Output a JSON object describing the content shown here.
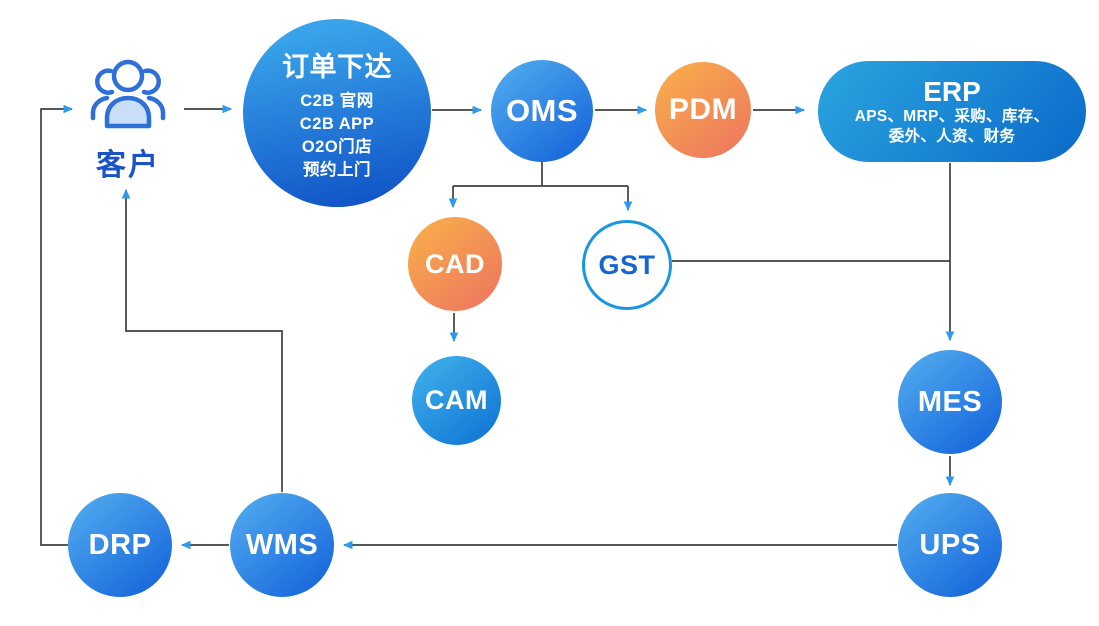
{
  "colors": {
    "node_blue_start": "#4FA9EE",
    "node_blue_end": "#1463DA",
    "node_orange_start": "#F8AC4B",
    "node_orange_end": "#EE765F",
    "erp_pill_start": "#29A2DE",
    "erp_pill_end": "#0C6DCB",
    "connector_line": "#404040",
    "arrowhead": "#2B9BF0",
    "customer_label_text": "#1A53C6",
    "gst_border": "#1B95E0",
    "gst_text": "#1565D2"
  },
  "nodes": {
    "customer": {
      "label": "客户"
    },
    "order": {
      "title": "订单下达",
      "channels": [
        "C2B 官网",
        "C2B APP",
        "O2O门店",
        "预约上门"
      ]
    },
    "oms": {
      "label": "OMS"
    },
    "pdm": {
      "label": "PDM"
    },
    "erp": {
      "title": "ERP",
      "detail_line1": "APS、MRP、采购、库存、",
      "detail_line2": "委外、人资、财务"
    },
    "cad": {
      "label": "CAD"
    },
    "gst": {
      "label": "GST"
    },
    "cam": {
      "label": "CAM"
    },
    "mes": {
      "label": "MES"
    },
    "ups": {
      "label": "UPS"
    },
    "wms": {
      "label": "WMS"
    },
    "drp": {
      "label": "DRP"
    }
  }
}
